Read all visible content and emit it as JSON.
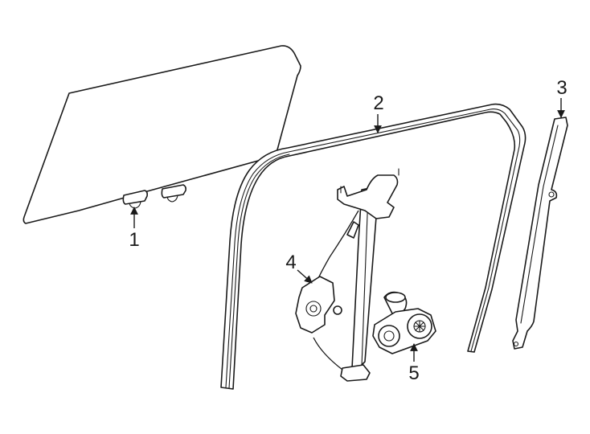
{
  "callouts": [
    {
      "number": "1"
    },
    {
      "number": "2"
    },
    {
      "number": "3"
    },
    {
      "number": "4"
    },
    {
      "number": "5"
    }
  ],
  "colors": {
    "line": "#1a1a1a",
    "background": "#ffffff"
  }
}
